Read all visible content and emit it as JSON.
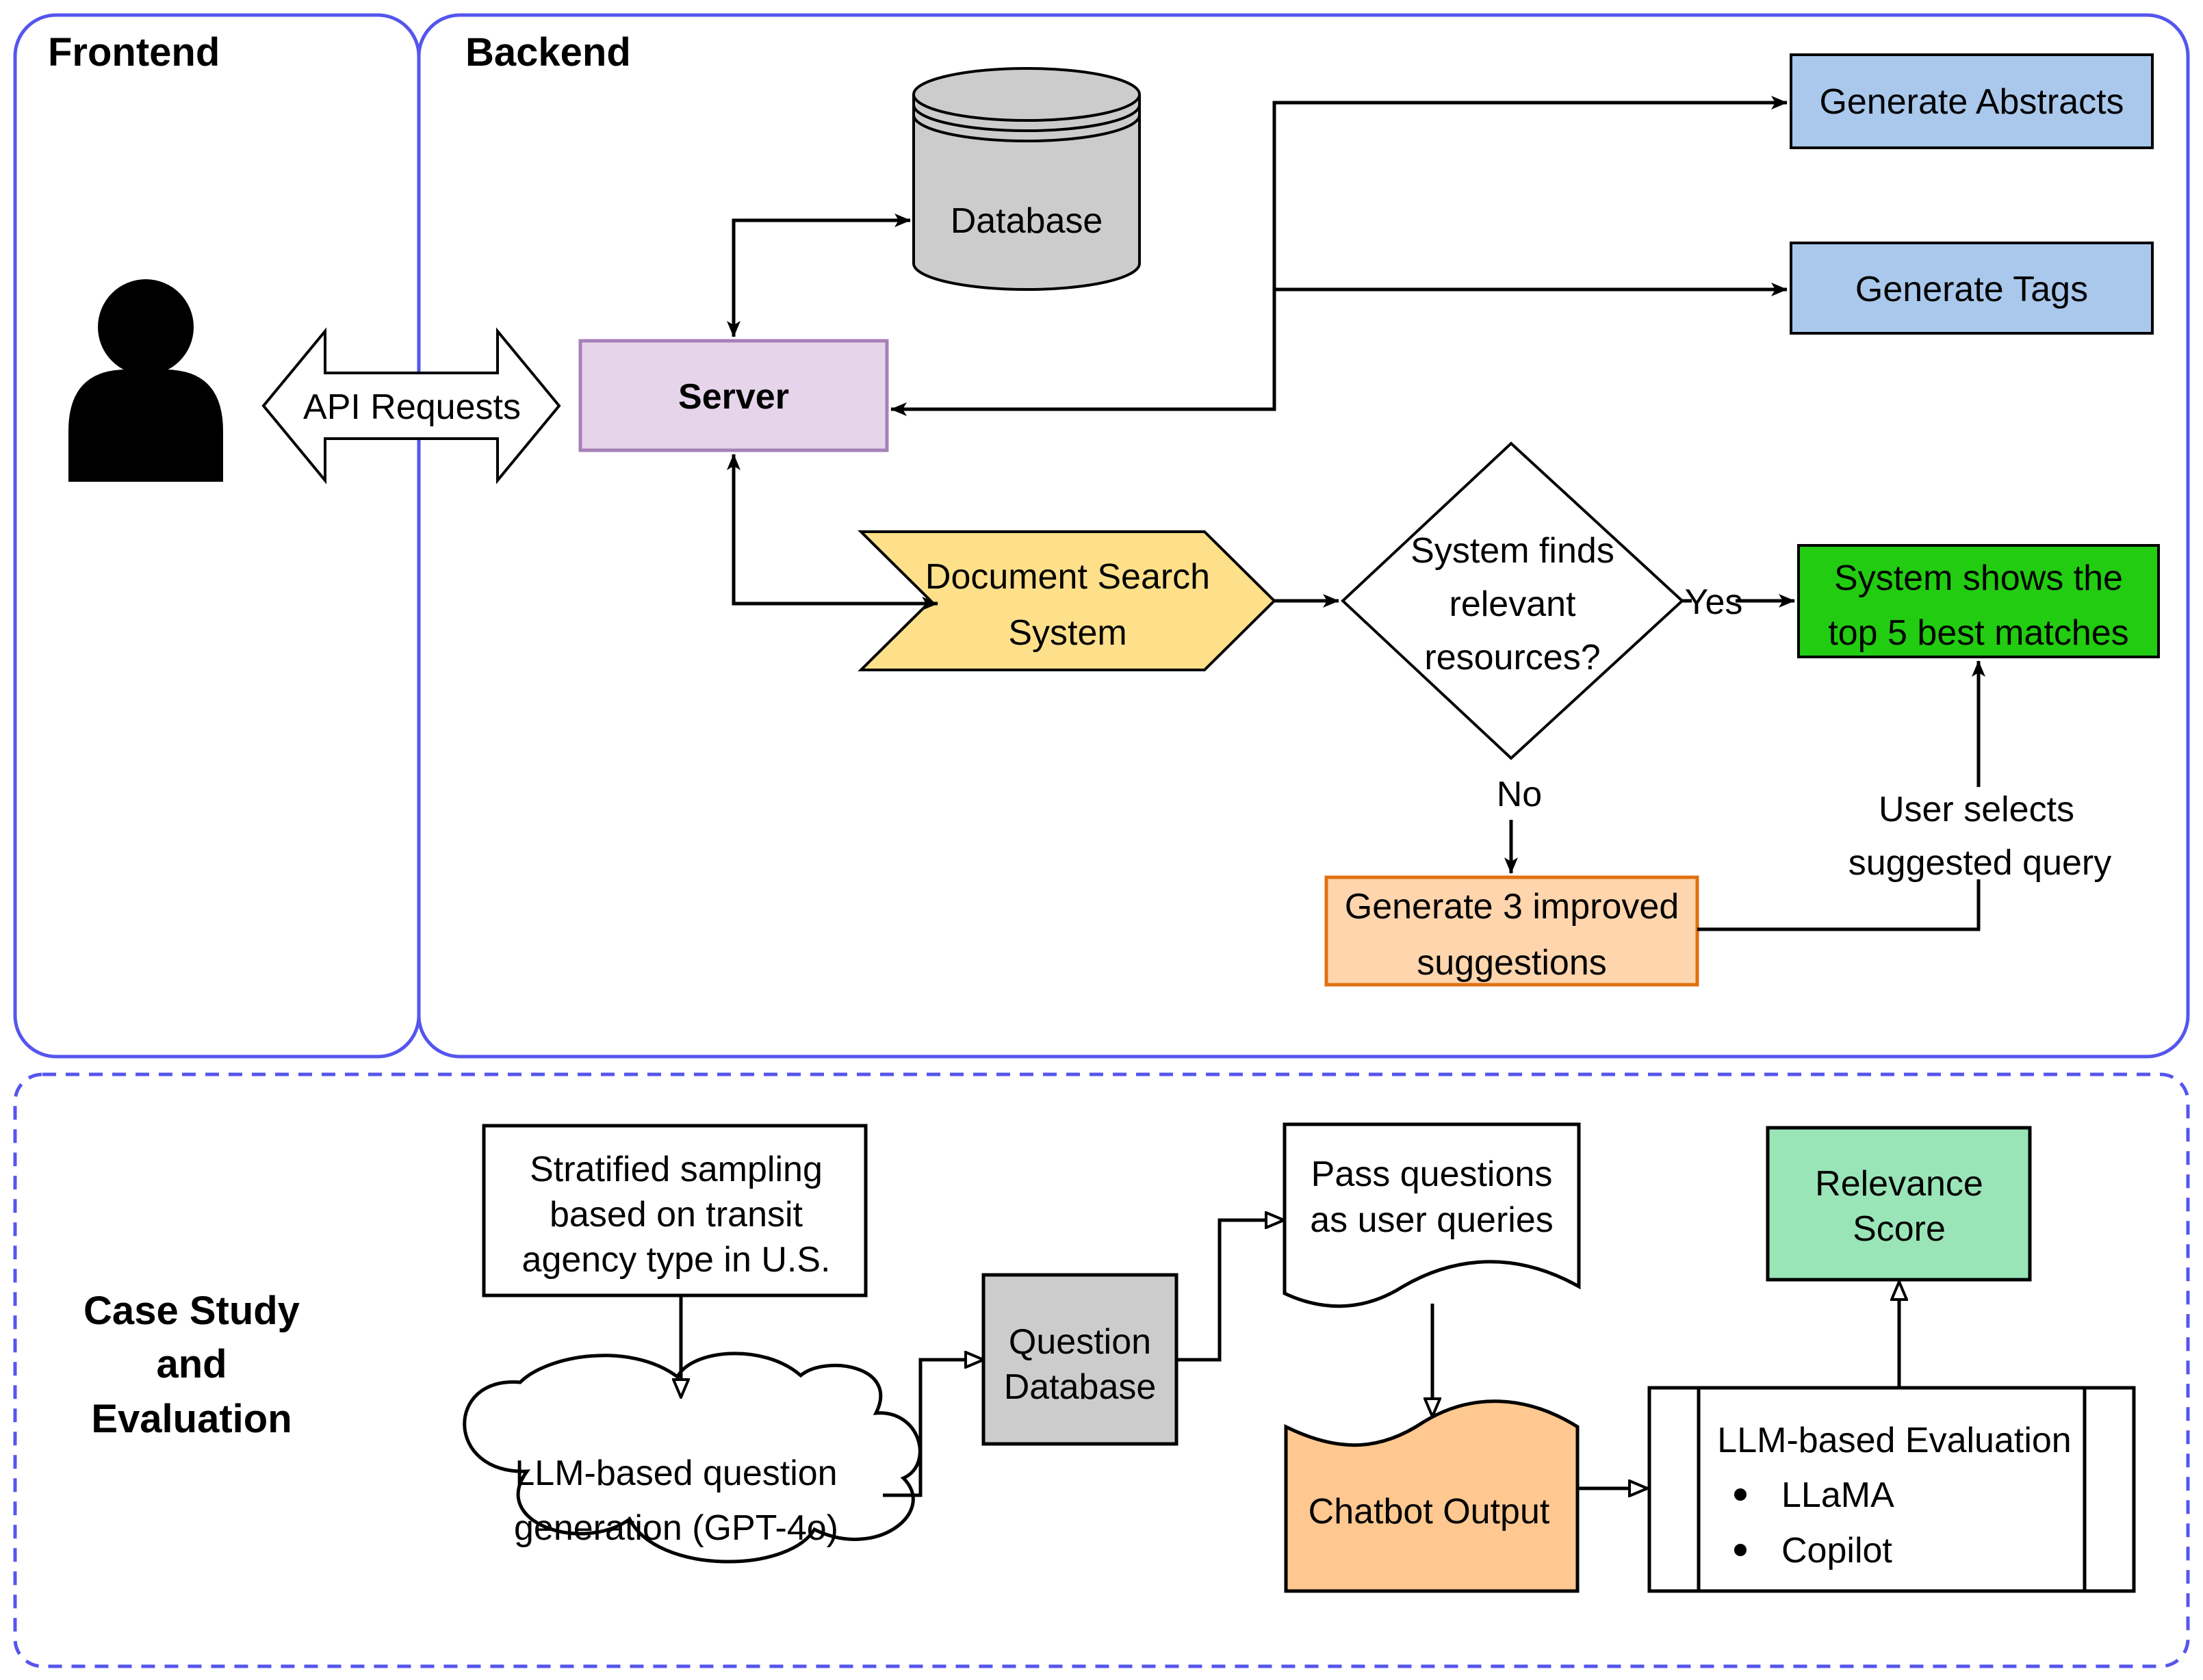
{
  "sections": {
    "frontend": "Frontend",
    "backend": "Backend",
    "case_study": [
      "Case Study",
      "and",
      "Evaluation"
    ]
  },
  "nodes": {
    "database": "Database",
    "server": "Server",
    "api_requests": "API Requests",
    "generate_abstracts": "Generate Abstracts",
    "generate_tags": "Generate Tags",
    "document_search": [
      "Document Search",
      "System"
    ],
    "decision": [
      "System finds",
      "relevant",
      "resources?"
    ],
    "yes_label": "Yes",
    "no_label": "No",
    "top5": [
      "System shows the",
      "top 5 best matches"
    ],
    "improved": [
      "Generate 3 improved",
      "suggestions"
    ],
    "user_selects": [
      "User selects",
      "suggested query"
    ],
    "stratified": [
      "Stratified sampling",
      "based on transit",
      "agency type in U.S."
    ],
    "llm_question": [
      "LLM-based question",
      "generation (GPT-4o)"
    ],
    "question_db": [
      "Question",
      "Database"
    ],
    "pass_questions": [
      "Pass questions",
      "as user queries"
    ],
    "chatbot_output": "Chatbot Output",
    "llm_eval_title": "LLM-based Evaluation",
    "llm_eval_items": [
      "LLaMA",
      "Copilot"
    ],
    "relevance": [
      "Relevance",
      "Score"
    ]
  },
  "colors": {
    "section_border": "#5555ee",
    "server_fill": "#e6d5ea",
    "server_stroke": "#a680b8",
    "generate_fill": "#a9c8ec",
    "database_fill": "#cccccc",
    "doc_search_fill": "#ffe08a",
    "top5_fill": "#22cc11",
    "improved_fill": "#ffd5ad",
    "improved_stroke": "#e07010",
    "question_db_fill": "#cccccc",
    "chatbot_fill": "#ffc890",
    "relevance_fill": "#99e5b8"
  }
}
